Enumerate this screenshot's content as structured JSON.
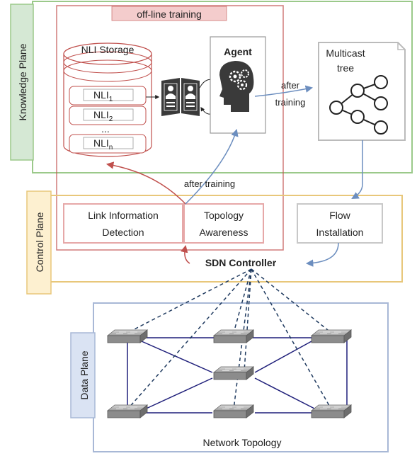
{
  "planes": {
    "knowledge": "Knowledge Plane",
    "control": "Control Plane",
    "data": "Data Plane"
  },
  "offline_training": "off-line training",
  "nli_storage": {
    "title": "NLI Storage",
    "items": [
      {
        "base": "NLI",
        "sub": "1"
      },
      {
        "base": "NLI",
        "sub": "2"
      },
      {
        "base": "NLI",
        "sub": "n"
      }
    ],
    "ellipsis": "..."
  },
  "agent": "Agent",
  "multicast_tree": {
    "line1": "Multicast",
    "line2": "tree"
  },
  "after_training_1": {
    "line1": "after",
    "line2": "training"
  },
  "after_training_2": "after training",
  "link_info": {
    "line1": "Link Information",
    "line2": "Detection"
  },
  "topology_awareness": {
    "line1": "Topology",
    "line2": "Awareness"
  },
  "flow_installation": {
    "line1": "Flow",
    "line2": "Installation"
  },
  "sdn_controller": "SDN Controller",
  "network_topology": "Network Topology",
  "icons": [
    "book-icon",
    "brain-gears-icon",
    "tree-graph-icon",
    "switch-icon"
  ],
  "colors": {
    "knowledge_plane": "#9bc98a",
    "control_plane": "#e8c77a",
    "data_plane": "#a8b8d6",
    "training_red": "#c0504d",
    "arrow_blue": "#6c8ebf",
    "link_navy": "#1f1f7a",
    "pink_fill": "#f4cccc"
  }
}
